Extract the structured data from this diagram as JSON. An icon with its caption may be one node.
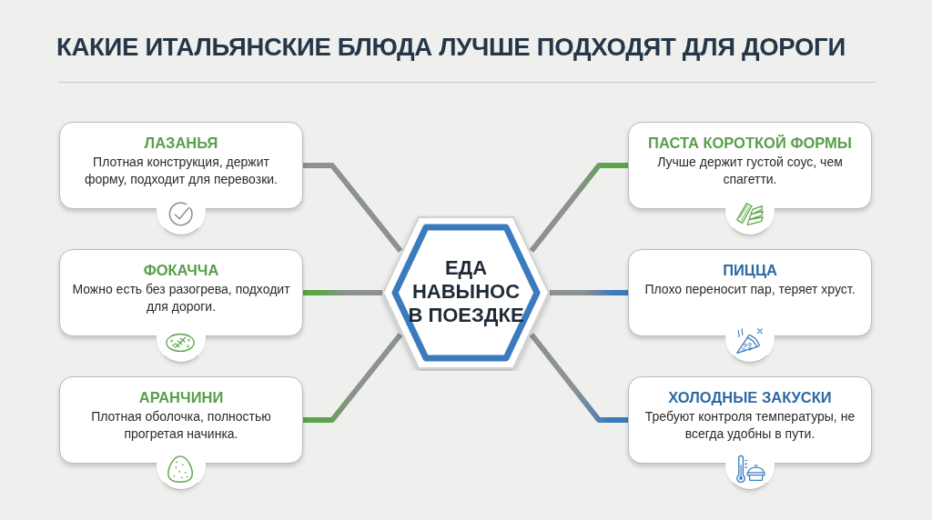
{
  "diagram": {
    "title": "КАКИЕ ИТАЛЬЯНСКИЕ БЛЮДА ЛУЧШЕ ПОДХОДЯТ ДЛЯ ДОРОГИ",
    "nodes": [
      {
        "text": [
          "ЕДА НАВЫНОС В ПОЕЗДКЕ"
        ]
      },
      {
        "text": [
          "ЛАЗАНЬЯ",
          "Плотная конструкция, держит форму, подходит для перевозки."
        ]
      },
      {
        "text": [
          "ПАСТА КОРОТКОЙ ФОРМЫ",
          "Лучше держит густой соус, чем спагетти."
        ]
      },
      {
        "text": [
          "ФОКАЧЧА",
          "Можно есть без разогрева, подходит для дороги."
        ]
      },
      {
        "text": [
          "ПИЦЦА",
          "Плохо переносит пар, теряет хруст."
        ]
      },
      {
        "text": [
          "АРАНЧИНИ",
          "Плотная оболочка, полностью прогретая начинка."
        ]
      },
      {
        "text": [
          "ХОЛОДНЫЕ ЗАКУСКИ",
          "Требуют контроля температуры, не всегда удобны в пути."
        ]
      }
    ],
    "edges": [
      {
        "from": 0,
        "to": 1,
        "arrow": "none",
        "color": "#8c9193"
      },
      {
        "from": 0,
        "to": 2,
        "arrow": "none"
      },
      {
        "from": 0,
        "to": 3,
        "arrow": "none"
      },
      {
        "from": 0,
        "to": 4,
        "arrow": "none",
        "color": "#3a7bbd"
      },
      {
        "from": 0,
        "to": 5,
        "arrow": "none"
      },
      {
        "from": 0,
        "to": 6,
        "arrow": "none",
        "color": "#3a7bbd"
      }
    ]
  }
}
